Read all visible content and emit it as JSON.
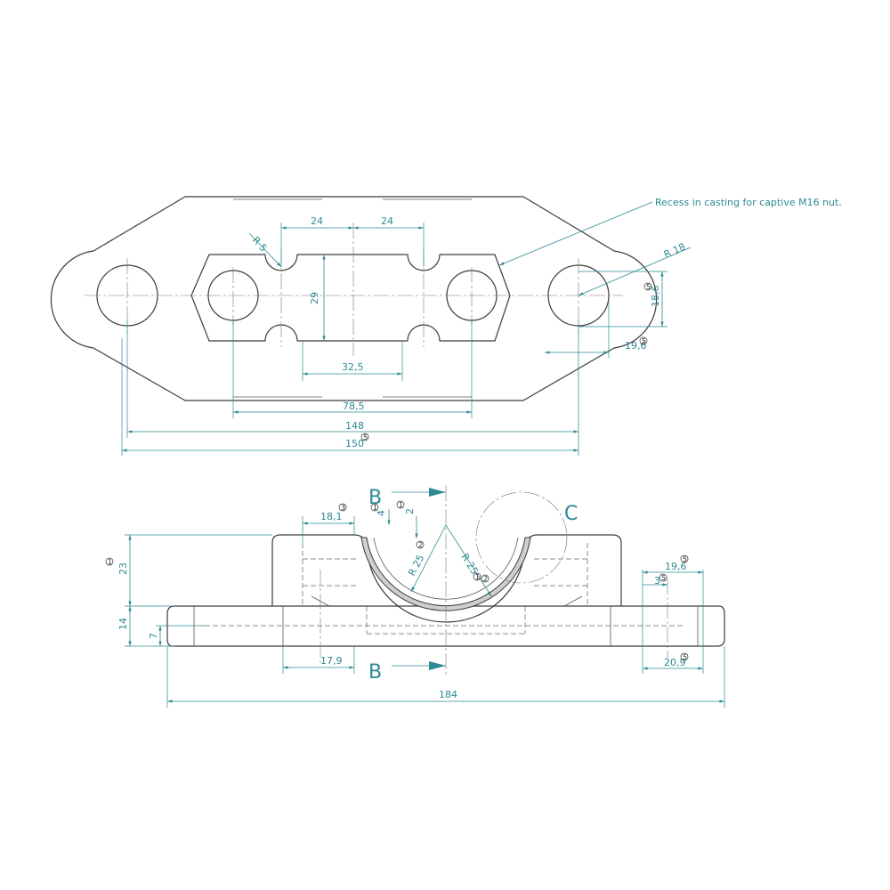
{
  "note": "Recess in casting for captive M16 nut.",
  "top_view": {
    "dims": {
      "d24_left": "24",
      "d24_right": "24",
      "r5": "R 5",
      "d29": "29",
      "d32_5": "32,5",
      "d78_5": "78,5",
      "d148": "148",
      "d150": "150",
      "r18": "R 18",
      "d18_6": "18,6",
      "d19_6": "19,6"
    }
  },
  "front_view": {
    "section_b_top": "B",
    "section_b_bottom": "B",
    "detail_c": "C",
    "dims": {
      "d18_1": "18,1",
      "d4": "4",
      "d2": "2",
      "r25_left": "R 25",
      "r25_right": "R 25",
      "d23": "23",
      "d14": "14",
      "d7": "7",
      "d17_9": "17,9",
      "d19_6": "19,6",
      "d3": "3",
      "d20_9": "20,9",
      "d184": "184"
    },
    "markers": {
      "m1": "1",
      "m2": "2",
      "m3": "3",
      "m5": "5"
    }
  },
  "colors": {
    "dimension": "#2c8a93",
    "outline": "#3c3c3c"
  }
}
